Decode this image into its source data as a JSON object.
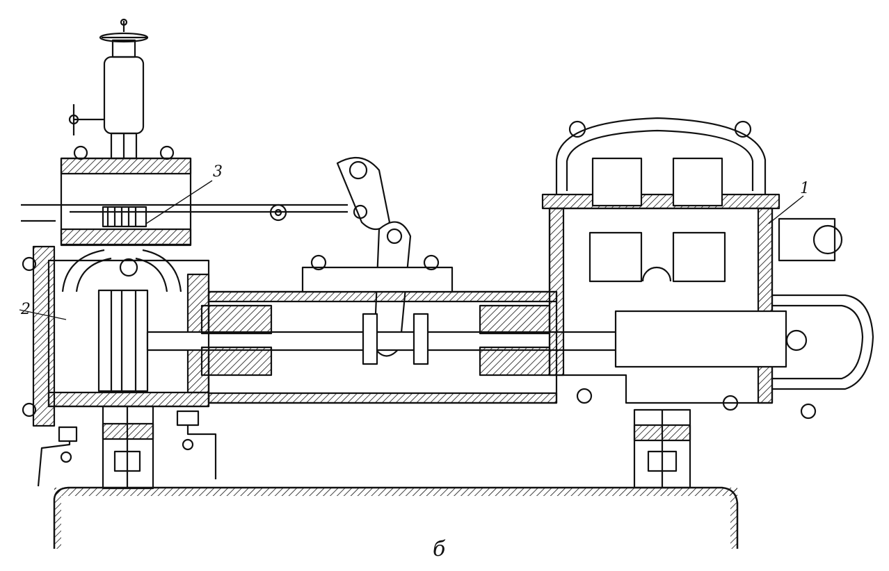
{
  "figure": {
    "labels": {
      "part_1": "1",
      "part_2": "2",
      "part_3": "3",
      "caption": "б"
    },
    "colors": {
      "ink": "#111111",
      "paper": "#ffffff"
    }
  }
}
